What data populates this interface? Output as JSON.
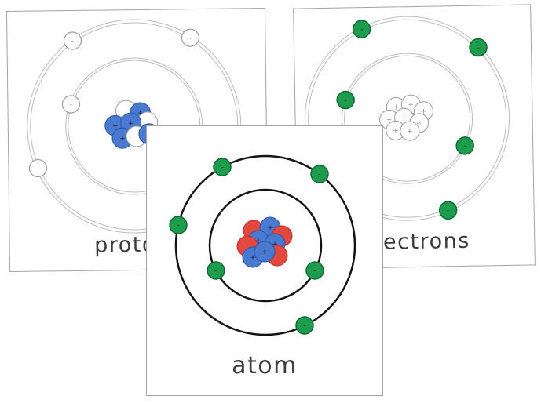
{
  "cards": {
    "protons": {
      "label": "protons"
    },
    "electrons": {
      "label": "electrons"
    },
    "atom": {
      "label": "atom"
    }
  },
  "signs": {
    "minus": "-",
    "plus": "+"
  },
  "colors": {
    "card_border": "#a3a3a3",
    "orbit_gray": "#bcbcbc",
    "orbit_black": "#141414",
    "electron_white_fill": "#ffffff",
    "electron_white_stroke": "#9c9c9c",
    "electron_green_fill": "#1e9c4d",
    "electron_green_stroke": "#0c6b31",
    "proton_blue_fill": "#4a7ad0",
    "proton_blue_stroke": "#2b56a8",
    "neutron_white_fill": "#ffffff",
    "neutron_white_stroke": "#9c9c9c",
    "nucleus_red_fill": "#e2483d",
    "nucleus_red_stroke": "#bb2f27",
    "label_color": "#3c3c3c",
    "sign_on_white": "#8a8a8a",
    "sign_on_green": "#06371b",
    "sign_on_blue": "#122246"
  }
}
